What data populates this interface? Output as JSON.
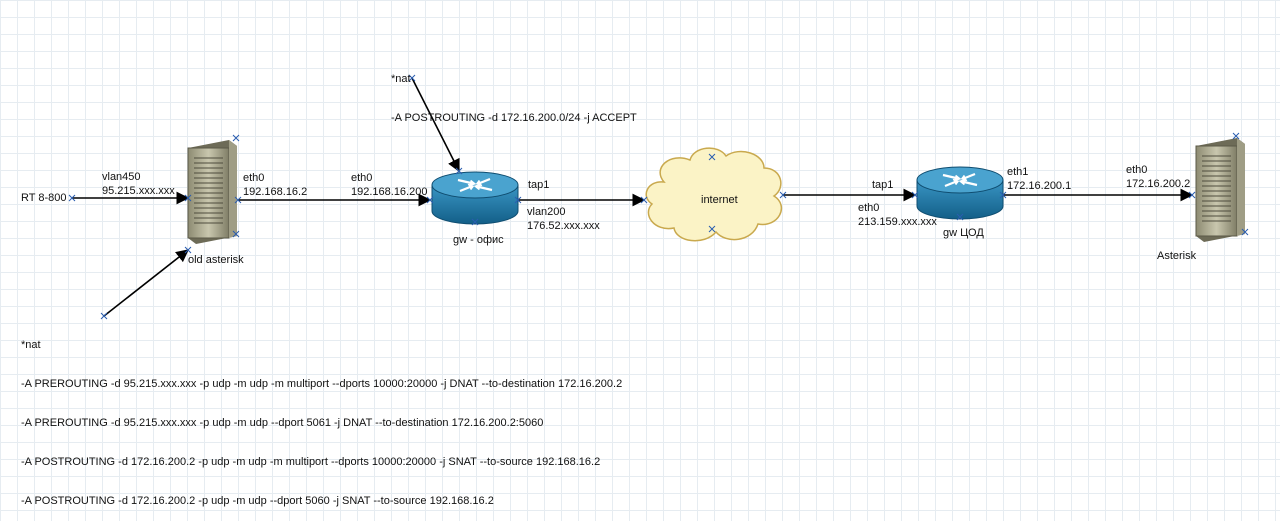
{
  "rt_label": "RT 8-800",
  "old_asterisk": {
    "vlan_name": "vlan450",
    "vlan_ip": "95.215.xxx.xxx",
    "eth_name": "eth0",
    "eth_ip": "192.168.16.2",
    "caption": "old asterisk"
  },
  "gw_office": {
    "eth_name": "eth0",
    "eth_ip": "192.168.16.200",
    "tap_name": "tap1",
    "vlan_name": "vlan200",
    "vlan_ip": "176.52.xxx.xxx",
    "caption": "gw - офис"
  },
  "internet_label": "internet",
  "gw_dc": {
    "tap_name": "tap1",
    "eth0_name": "eth0",
    "eth0_ip": "213.159.xxx.xxx",
    "eth1_name": "eth1",
    "eth1_ip": "172.16.200.1",
    "caption": "gw ЦОД"
  },
  "asterisk": {
    "eth_name": "eth0",
    "eth_ip": "172.16.200.2",
    "caption": "Asterisk"
  },
  "office_nat": {
    "lines": [
      "*nat",
      "-A POSTROUTING -d 172.16.200.0/24 -j ACCEPT"
    ]
  },
  "old_asterisk_nat": {
    "lines": [
      "*nat",
      "-A PREROUTING -d 95.215.xxx.xxx -p udp -m udp -m multiport --dports 10000:20000 -j DNAT --to-destination 172.16.200.2",
      "-A PREROUTING -d 95.215.xxx.xxx -p udp -m udp --dport 5061 -j DNAT --to-destination 172.16.200.2:5060",
      "-A POSTROUTING -d 172.16.200.2 -p udp -m udp -m multiport --dports 10000:20000 -j SNAT --to-source 192.168.16.2",
      "-A POSTROUTING -d 172.16.200.2 -p udp -m udp --dport 5060 -j SNAT --to-source 192.168.16.2"
    ]
  },
  "colors": {
    "router_body": "#1e7fb0",
    "router_top": "#4aa3cf",
    "server_body": "#b9b79e",
    "cloud_fill": "#fbf3c6",
    "cloud_stroke": "#c9a94e",
    "connector": "#2a5db0"
  }
}
